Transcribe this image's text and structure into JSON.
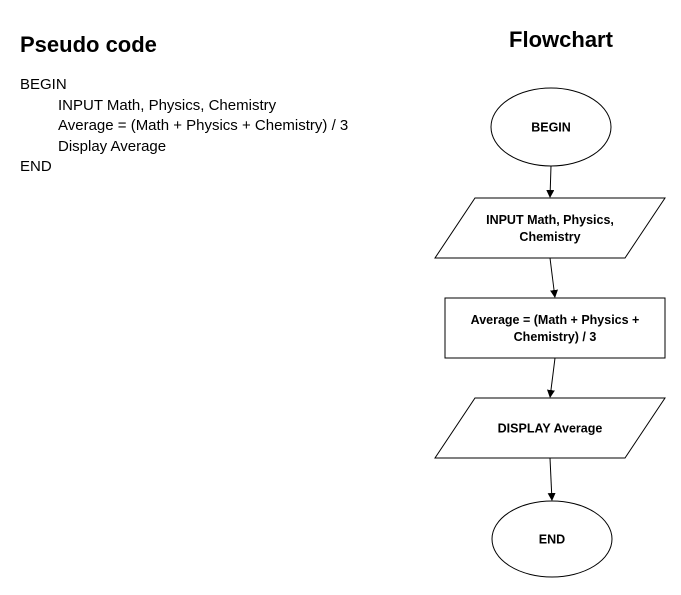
{
  "pseudocode": {
    "title": "Pseudo code",
    "lines": [
      {
        "text": "BEGIN",
        "indent": false
      },
      {
        "text": "INPUT Math, Physics, Chemistry",
        "indent": true
      },
      {
        "text": "Average = (Math + Physics + Chemistry) / 3",
        "indent": true
      },
      {
        "text": "Display Average",
        "indent": true
      },
      {
        "text": "END",
        "indent": false
      }
    ]
  },
  "flowchart": {
    "title": "Flowchart",
    "nodes": [
      {
        "id": "begin",
        "shape": "ellipse",
        "lines": [
          "BEGIN"
        ]
      },
      {
        "id": "input",
        "shape": "parallelogram",
        "lines": [
          "INPUT Math, Physics,",
          "Chemistry"
        ]
      },
      {
        "id": "process",
        "shape": "rectangle",
        "lines": [
          "Average = (Math + Physics +",
          "Chemistry) / 3"
        ]
      },
      {
        "id": "display",
        "shape": "parallelogram",
        "lines": [
          "DISPLAY Average"
        ]
      },
      {
        "id": "end",
        "shape": "ellipse",
        "lines": [
          "END"
        ]
      }
    ],
    "edges": [
      {
        "from": "begin",
        "to": "input"
      },
      {
        "from": "input",
        "to": "process"
      },
      {
        "from": "process",
        "to": "display"
      },
      {
        "from": "display",
        "to": "end"
      }
    ],
    "stroke_color": "#000000",
    "fill_color": "#ffffff"
  }
}
